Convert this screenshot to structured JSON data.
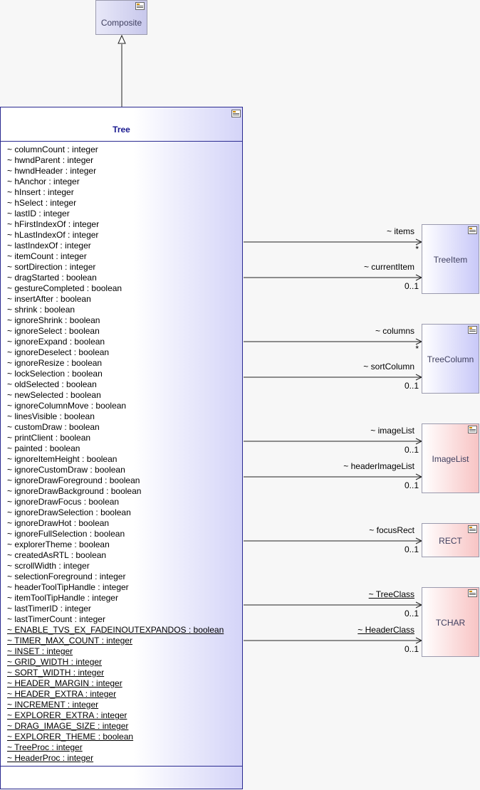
{
  "diagram": {
    "superclass": {
      "name": "Composite"
    },
    "tree": {
      "name": "Tree",
      "attributes": [
        {
          "text": "~ columnCount : integer",
          "static": false
        },
        {
          "text": "~ hwndParent : integer",
          "static": false
        },
        {
          "text": "~ hwndHeader : integer",
          "static": false
        },
        {
          "text": "~ hAnchor : integer",
          "static": false
        },
        {
          "text": "~ hInsert : integer",
          "static": false
        },
        {
          "text": "~ hSelect : integer",
          "static": false
        },
        {
          "text": "~ lastID : integer",
          "static": false
        },
        {
          "text": "~ hFirstIndexOf : integer",
          "static": false
        },
        {
          "text": "~ hLastIndexOf : integer",
          "static": false
        },
        {
          "text": "~ lastIndexOf : integer",
          "static": false
        },
        {
          "text": "~ itemCount : integer",
          "static": false
        },
        {
          "text": "~ sortDirection : integer",
          "static": false
        },
        {
          "text": "~ dragStarted : boolean",
          "static": false
        },
        {
          "text": "~ gestureCompleted : boolean",
          "static": false
        },
        {
          "text": "~ insertAfter : boolean",
          "static": false
        },
        {
          "text": "~ shrink : boolean",
          "static": false
        },
        {
          "text": "~ ignoreShrink : boolean",
          "static": false
        },
        {
          "text": "~ ignoreSelect : boolean",
          "static": false
        },
        {
          "text": "~ ignoreExpand : boolean",
          "static": false
        },
        {
          "text": "~ ignoreDeselect : boolean",
          "static": false
        },
        {
          "text": "~ ignoreResize : boolean",
          "static": false
        },
        {
          "text": "~ lockSelection : boolean",
          "static": false
        },
        {
          "text": "~ oldSelected : boolean",
          "static": false
        },
        {
          "text": "~ newSelected : boolean",
          "static": false
        },
        {
          "text": "~ ignoreColumnMove : boolean",
          "static": false
        },
        {
          "text": "~ linesVisible : boolean",
          "static": false
        },
        {
          "text": "~ customDraw : boolean",
          "static": false
        },
        {
          "text": "~ printClient : boolean",
          "static": false
        },
        {
          "text": "~ painted : boolean",
          "static": false
        },
        {
          "text": "~ ignoreItemHeight : boolean",
          "static": false
        },
        {
          "text": "~ ignoreCustomDraw : boolean",
          "static": false
        },
        {
          "text": "~ ignoreDrawForeground : boolean",
          "static": false
        },
        {
          "text": "~ ignoreDrawBackground : boolean",
          "static": false
        },
        {
          "text": "~ ignoreDrawFocus : boolean",
          "static": false
        },
        {
          "text": "~ ignoreDrawSelection : boolean",
          "static": false
        },
        {
          "text": "~ ignoreDrawHot : boolean",
          "static": false
        },
        {
          "text": "~ ignoreFullSelection : boolean",
          "static": false
        },
        {
          "text": "~ explorerTheme : boolean",
          "static": false
        },
        {
          "text": "~ createdAsRTL : boolean",
          "static": false
        },
        {
          "text": "~ scrollWidth : integer",
          "static": false
        },
        {
          "text": "~ selectionForeground : integer",
          "static": false
        },
        {
          "text": "~ headerToolTipHandle : integer",
          "static": false
        },
        {
          "text": "~ itemToolTipHandle : integer",
          "static": false
        },
        {
          "text": "~ lastTimerID : integer",
          "static": false
        },
        {
          "text": "~ lastTimerCount : integer",
          "static": false
        },
        {
          "text": "~ ENABLE_TVS_EX_FADEINOUTEXPANDOS : boolean",
          "static": true
        },
        {
          "text": "~ TIMER_MAX_COUNT : integer",
          "static": true
        },
        {
          "text": "~ INSET : integer",
          "static": true
        },
        {
          "text": "~ GRID_WIDTH : integer",
          "static": true
        },
        {
          "text": "~ SORT_WIDTH : integer",
          "static": true
        },
        {
          "text": "~ HEADER_MARGIN : integer",
          "static": true
        },
        {
          "text": "~ HEADER_EXTRA : integer",
          "static": true
        },
        {
          "text": "~ INCREMENT : integer",
          "static": true
        },
        {
          "text": "~ EXPLORER_EXTRA : integer",
          "static": true
        },
        {
          "text": "~ DRAG_IMAGE_SIZE : integer",
          "static": true
        },
        {
          "text": "~ EXPLORER_THEME : boolean",
          "static": true
        },
        {
          "text": "~ TreeProc : integer",
          "static": true
        },
        {
          "text": "~ HeaderProc : integer",
          "static": true
        }
      ]
    },
    "targets": [
      {
        "id": "treeitem",
        "name": "TreeItem",
        "style": "blue",
        "associations": [
          {
            "role": "~ items",
            "static": false,
            "multiplicity": "*"
          },
          {
            "role": "~ currentItem",
            "static": false,
            "multiplicity": "0..1"
          }
        ]
      },
      {
        "id": "treecolumn",
        "name": "TreeColumn",
        "style": "blue",
        "associations": [
          {
            "role": "~ columns",
            "static": false,
            "multiplicity": "*"
          },
          {
            "role": "~ sortColumn",
            "static": false,
            "multiplicity": "0..1"
          }
        ]
      },
      {
        "id": "imagelist",
        "name": "ImageList",
        "style": "pink",
        "associations": [
          {
            "role": "~ imageList",
            "static": false,
            "multiplicity": "0..1"
          },
          {
            "role": "~ headerImageList",
            "static": false,
            "multiplicity": "0..1"
          }
        ]
      },
      {
        "id": "rect",
        "name": "RECT",
        "style": "pink",
        "associations": [
          {
            "role": "~ focusRect",
            "static": false,
            "multiplicity": "0..1"
          }
        ]
      },
      {
        "id": "tchar",
        "name": "TCHAR",
        "style": "pink",
        "associations": [
          {
            "role": "~ TreeClass",
            "static": true,
            "multiplicity": "0..1"
          },
          {
            "role": "~ HeaderClass",
            "static": true,
            "multiplicity": "0..1"
          }
        ]
      }
    ]
  }
}
